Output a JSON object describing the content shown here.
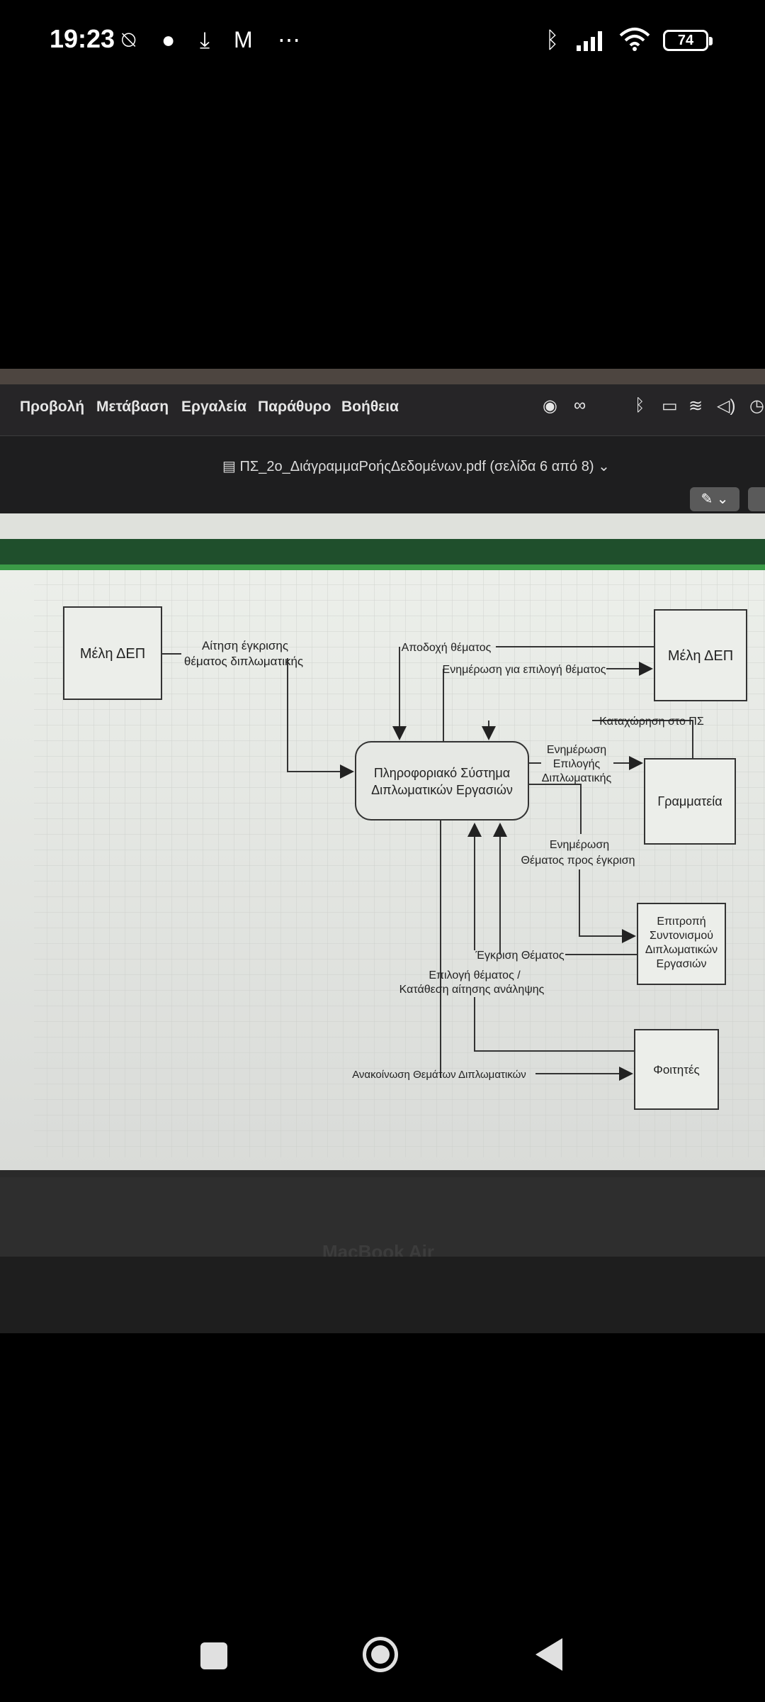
{
  "status_bar": {
    "time": "19:23",
    "left_icons": [
      "mute-alarm-icon",
      "chat-bubble-icon",
      "download-icon",
      "gmail-icon",
      "more-dots-icon"
    ],
    "right_icons": [
      "bluetooth-icon",
      "signal-icon",
      "wifi-icon"
    ],
    "battery": "74"
  },
  "mac_menu": {
    "items": [
      "Προβολή",
      "Μετάβαση",
      "Εργαλεία",
      "Παράθυρο",
      "Βοήθεια"
    ]
  },
  "window": {
    "title": "ΠΣ_2ο_ΔιάγραμμαΡοήςΔεδομένων.pdf (σελίδα 6 από 8)"
  },
  "diagram": {
    "entities": {
      "meli_dep_left": "Μέλη ΔΕΠ",
      "meli_dep_right": "Μέλη ΔΕΠ",
      "system": [
        "Πληροφοριακό Σύστημα",
        "Διπλωματικών Εργασιών"
      ],
      "grammateia": "Γραμματεία",
      "epitropi": [
        "Επιτροπή",
        "Συντονισμού",
        "Διπλωματικών",
        "Εργασιών"
      ],
      "foitites": "Φοιτητές"
    },
    "flows": {
      "aitisi": [
        "Αίτηση έγκρισης",
        "θέματος διπλωματικής"
      ],
      "apodoxi": "Αποδοχή θέματος",
      "enimerosi_epilogi": "Ενημέρωση για επιλογή θέματος",
      "kataxorisi": "Καταχώρηση στο ΠΣ",
      "enimerosi_epilogis_dipl": [
        "Ενημέρωση",
        "Επιλογής",
        "Διπλωματικής"
      ],
      "enimerosi_egkrisi": [
        "Ενημέρωση",
        "Θέματος προς έγκριση"
      ],
      "egkrisi": "Έγκριση Θέματος",
      "epilogi": [
        "Επιλογή θέματος /",
        "Κατάθεση αίτησης ανάληψης"
      ],
      "anakoinosi": "Ανακοίνωση Θεμάτων Διπλωματικών"
    }
  },
  "laptop": {
    "label": "MacBook Air"
  }
}
